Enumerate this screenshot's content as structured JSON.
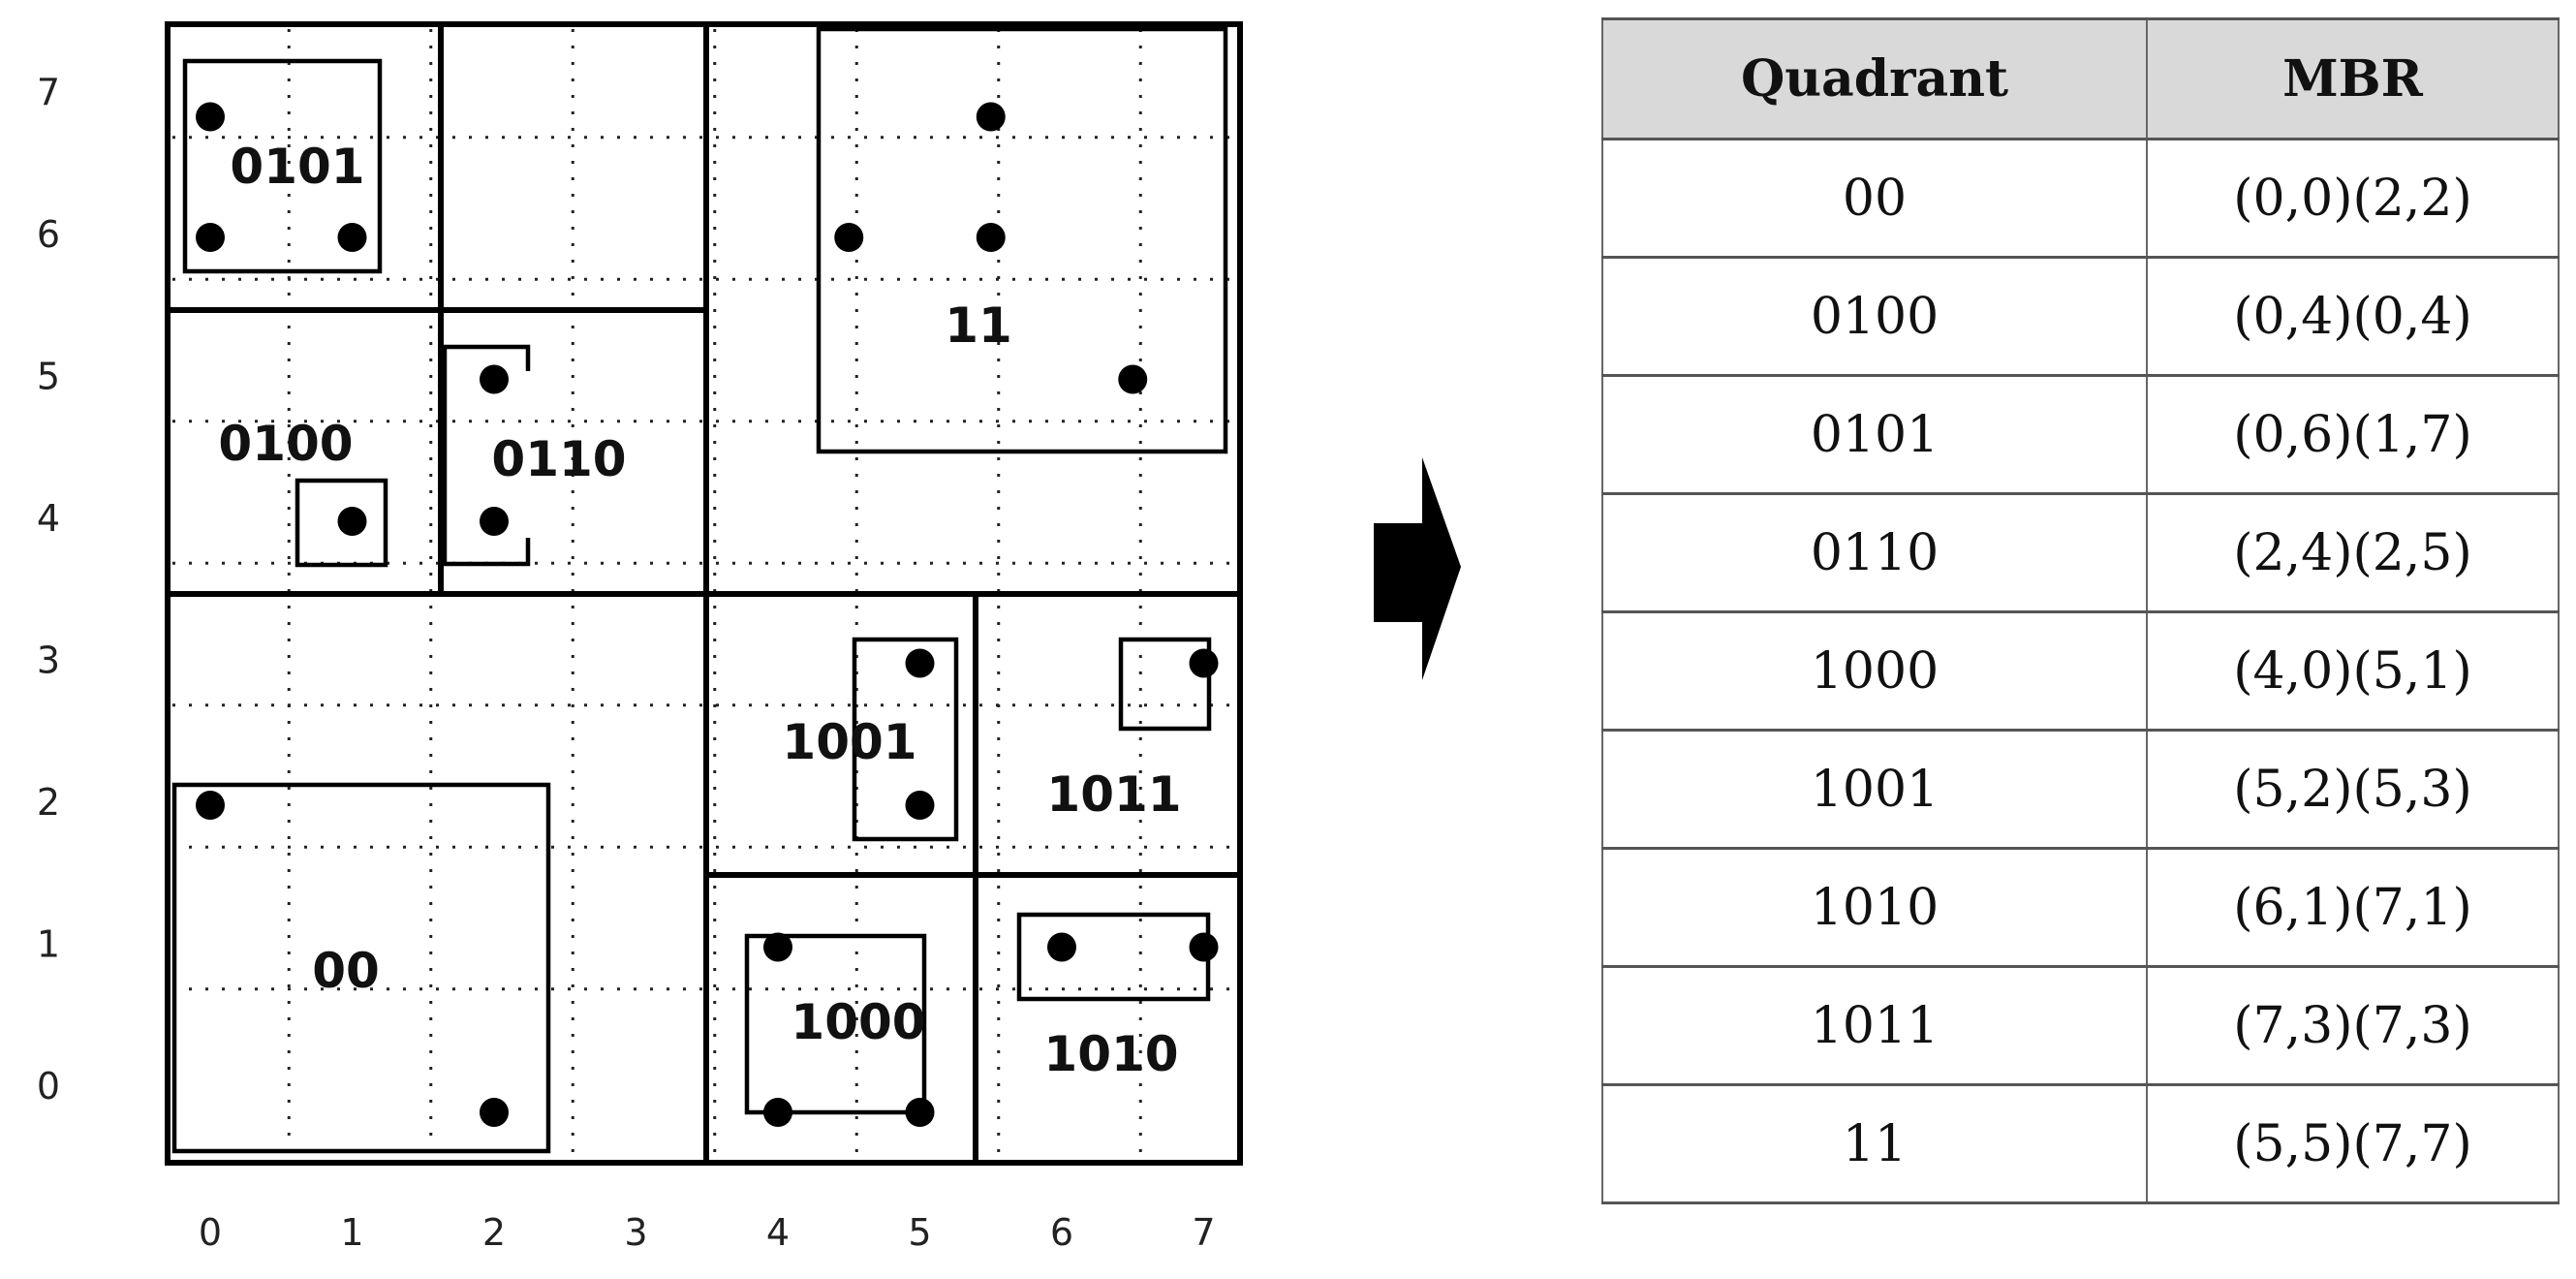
{
  "axes": {
    "x_ticks": [
      "0",
      "1",
      "2",
      "3",
      "4",
      "5",
      "6",
      "7"
    ],
    "y_ticks": [
      "0",
      "1",
      "2",
      "3",
      "4",
      "5",
      "6",
      "7"
    ]
  },
  "quadrant_labels": [
    "0101",
    "0100",
    "0110",
    "11",
    "1001",
    "1011",
    "00",
    "1000",
    "1010"
  ],
  "points": [
    [
      0,
      7
    ],
    [
      0,
      6
    ],
    [
      1,
      6
    ],
    [
      5.5,
      7
    ],
    [
      4.5,
      6
    ],
    [
      5.5,
      6
    ],
    [
      6.5,
      5
    ],
    [
      2,
      5
    ],
    [
      2,
      4
    ],
    [
      1,
      4
    ],
    [
      5,
      3
    ],
    [
      7,
      3
    ],
    [
      5,
      2
    ],
    [
      0,
      2
    ],
    [
      2,
      0
    ],
    [
      4,
      1
    ],
    [
      4,
      0
    ],
    [
      5,
      0
    ],
    [
      6,
      1
    ],
    [
      7,
      1
    ]
  ],
  "table": {
    "headers": [
      "Quadrant",
      "MBR"
    ],
    "rows": [
      [
        "00",
        "(0,0)(2,2)"
      ],
      [
        "0100",
        "(0,4)(0,4)"
      ],
      [
        "0101",
        "(0,6)(1,7)"
      ],
      [
        "0110",
        "(2,4)(2,5)"
      ],
      [
        "1000",
        "(4,0)(5,1)"
      ],
      [
        "1001",
        "(5,2)(5,3)"
      ],
      [
        "1010",
        "(6,1)(7,1)"
      ],
      [
        "1011",
        "(7,3)(7,3)"
      ],
      [
        "11",
        "(5,5)(7,7)"
      ]
    ]
  }
}
